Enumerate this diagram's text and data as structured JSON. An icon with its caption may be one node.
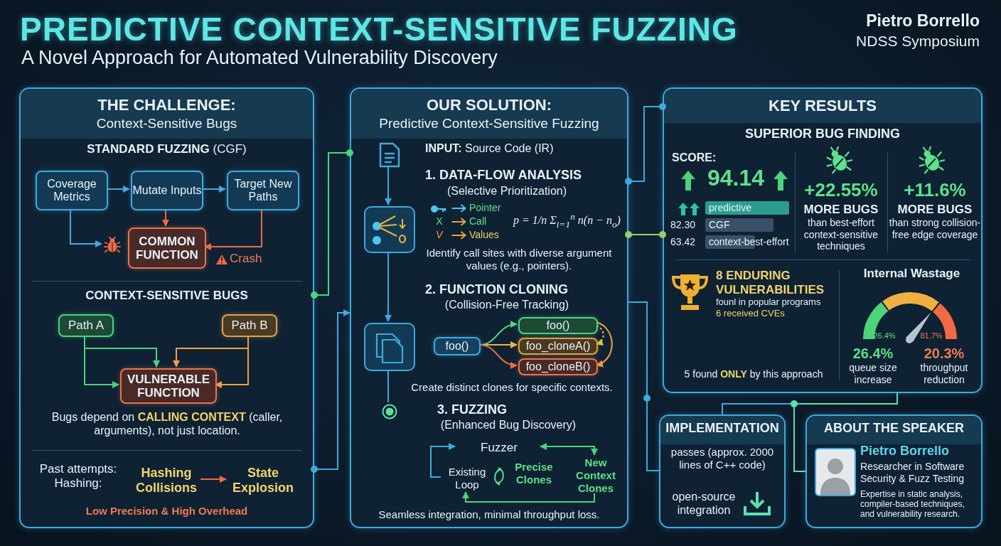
{
  "diagram": {
    "title": "PREDICTIVE CONTEXT-SENSITIVE FUZZING",
    "nodes": [
      {
        "text": [
          "THE CHALLENGE:",
          "Context-Sensitive Bugs"
        ]
      },
      {
        "text": [
          "Coverage Metrics"
        ],
        "in": 0
      },
      {
        "text": [
          "Mutate Inputs"
        ],
        "in": 0
      },
      {
        "text": [
          "Target New Paths"
        ],
        "in": 0
      },
      {
        "text": [],
        "shape": "picture",
        "in": 0
      },
      {
        "text": [
          "COMMON FUNCTION"
        ],
        "in": 0,
        "beside": [
          "Crash"
        ]
      },
      {
        "text": [
          "Path A"
        ],
        "in": 0
      },
      {
        "text": [
          "Path B"
        ],
        "in": 0
      },
      {
        "text": [
          "VULNERABLE FUNCTION"
        ],
        "in": 0
      },
      {
        "text": [
          "Hashing Collisions"
        ],
        "in": 0
      },
      {
        "text": [
          "State Explosion"
        ],
        "in": 0
      },
      {
        "text": [
          "OUR SOLUTION:",
          "Predictive Context-Sensitive Fuzzing"
        ]
      },
      {
        "text": [],
        "shape": "picture",
        "in": 11
      },
      {
        "text": [],
        "shape": "picture",
        "in": 11
      },
      {
        "text": [],
        "shape": "picture",
        "in": 11
      },
      {
        "text": [],
        "shape": "circle",
        "in": 11
      },
      {
        "text": [
          "foo()"
        ],
        "in": 11
      },
      {
        "text": [
          "foo()"
        ],
        "in": 11
      },
      {
        "text": [
          "foo_cloneA()"
        ],
        "in": 11
      },
      {
        "text": [
          "foo_cloneB()"
        ],
        "in": 11
      },
      {
        "text": [
          "Fuzzer"
        ],
        "in": 11
      },
      {
        "text": [
          "Existing Loop"
        ],
        "in": 11
      },
      {
        "text": [
          "New Context Clones"
        ],
        "in": 11
      },
      {
        "text": [
          "KEY RESULTS"
        ]
      },
      {
        "text": [
          "IMPLEMENTATION"
        ]
      },
      {
        "text": [
          "ABOUT THE SPEAKER"
        ]
      }
    ],
    "edges": [
      {
        "from": 1,
        "to": 2,
        "arrow": "to"
      },
      {
        "from": 2,
        "to": 3,
        "arrow": "to"
      },
      {
        "from": 2,
        "to": 5,
        "arrow": "to",
        "color": "#f06a43"
      },
      {
        "from": 1,
        "to": 4,
        "arrow": "to"
      },
      {
        "from": 3,
        "to": 5,
        "arrow": "to",
        "color": "#f06a43"
      },
      {
        "from": 6,
        "to": 8,
        "arrow": "to",
        "color": "#4cd47a"
      },
      {
        "from": 6,
        "to": 8,
        "arrow": "to",
        "color": "#4cd47a"
      },
      {
        "from": 7,
        "to": 8,
        "arrow": "to",
        "color": "#f0a040"
      },
      {
        "from": 7,
        "to": 8,
        "arrow": "to",
        "color": "#f0a040"
      },
      {
        "from": 9,
        "to": 10,
        "arrow": "to",
        "color": "#f06a43"
      },
      {
        "from": 12,
        "to": 13,
        "arrow": "to"
      },
      {
        "from": 13,
        "to": 14,
        "arrow": "to"
      },
      {
        "from": 14,
        "to": 15,
        "arrow": "none"
      },
      {
        "from": 16,
        "to": 17,
        "arrow": "to",
        "color": "#4cd47a"
      },
      {
        "from": 16,
        "to": 18,
        "arrow": "to",
        "color": "#f0b040"
      },
      {
        "from": 16,
        "to": 19,
        "arrow": "to",
        "color": "#f06a43"
      },
      {
        "from": 17,
        "to": 18,
        "arrow": "to",
        "style": "dashed",
        "color": "#e8c040"
      },
      {
        "from": 17,
        "to": 19,
        "arrow": "to",
        "color": "#f0a040"
      },
      {
        "from": 20,
        "to": 22,
        "arrow": "both",
        "color": "#4cd47a"
      },
      {
        "from": 22,
        "to": 21,
        "arrow": "to",
        "color": "#4cd47a"
      },
      {
        "from": 21,
        "to": 20,
        "arrow": "to"
      },
      {
        "from": 0,
        "to": 11,
        "arrow": "other",
        "color": "#4cd47a"
      },
      {
        "from": 0,
        "to": 11,
        "arrow": "to"
      },
      {
        "from": 11,
        "to": 23,
        "arrow": "other"
      },
      {
        "from": 11,
        "to": 23,
        "arrow": "other",
        "color": "#9ccc65"
      },
      {
        "from": 11,
        "to": 24,
        "arrow": "none"
      },
      {
        "from": 23,
        "to": 24,
        "arrow": "none"
      },
      {
        "from": 23,
        "to": 25,
        "arrow": "none",
        "color": "#5fe0b0"
      }
    ],
    "labels": [
      "A Novel Approach for Automated Vulnerability Discovery",
      "Pietro Borrello",
      "NDSS Symposium",
      "**STANDARD FUZZING** (CGF)",
      "CONTEXT-SENSITIVE BUGS",
      "Bugs depend on **CALLING CONTEXT** (caller, arguments), not just location.",
      "Past attempts: Hashing:",
      "Low Precision & High Overhead",
      "**INPUT:** Source Code (IR)",
      "1. DATA-FLOW ANALYSIS",
      "(Selective Prioritization)",
      "Pointer",
      "X",
      "Call",
      "V",
      "Values",
      "p = 1/n Σ$_{i=1}$$^{n}$ n(n − n$_{o}$)",
      "Identify call sites with diverse argument values (e.g., pointers).",
      "2. FUNCTION CLONING",
      "(Collision-Free Tracking)",
      "Create distinct clones for specific contexts.",
      "3. FUZZING",
      "(Enhanced Bug Discovery)",
      "Precise Clones",
      "Seamless integration, minimal throughput loss.",
      "SUPERIOR BUG FINDING",
      "SCORE:",
      "94.14",
      "predictive",
      "82.30",
      "CGF",
      "63.42",
      "context-best-effort",
      "+22.55%",
      "MORE BUGS",
      "than best-effort context-sensitive techniques",
      "+11.6%",
      "MORE BUGS",
      "than strong collision-free edge coverage",
      "8 ENDURING VULNERABILITIES",
      "founl in popular programs",
      "6 received CVEs",
      "5 found **ONLY** by this approach",
      "Internal Wastage",
      "26.4%",
      "81.7%",
      "26.4%",
      "queue size increase",
      "20.3%",
      "throughput reduction",
      "passes (approx. 2000 lines of C++ code)",
      "open-source integration",
      "Pietro Borrello",
      "Researcher in Software Security & Fuzz Testing",
      "Expertise in static analysis, compiler-based techniques, and vulnerability research."
    ]
  }
}
